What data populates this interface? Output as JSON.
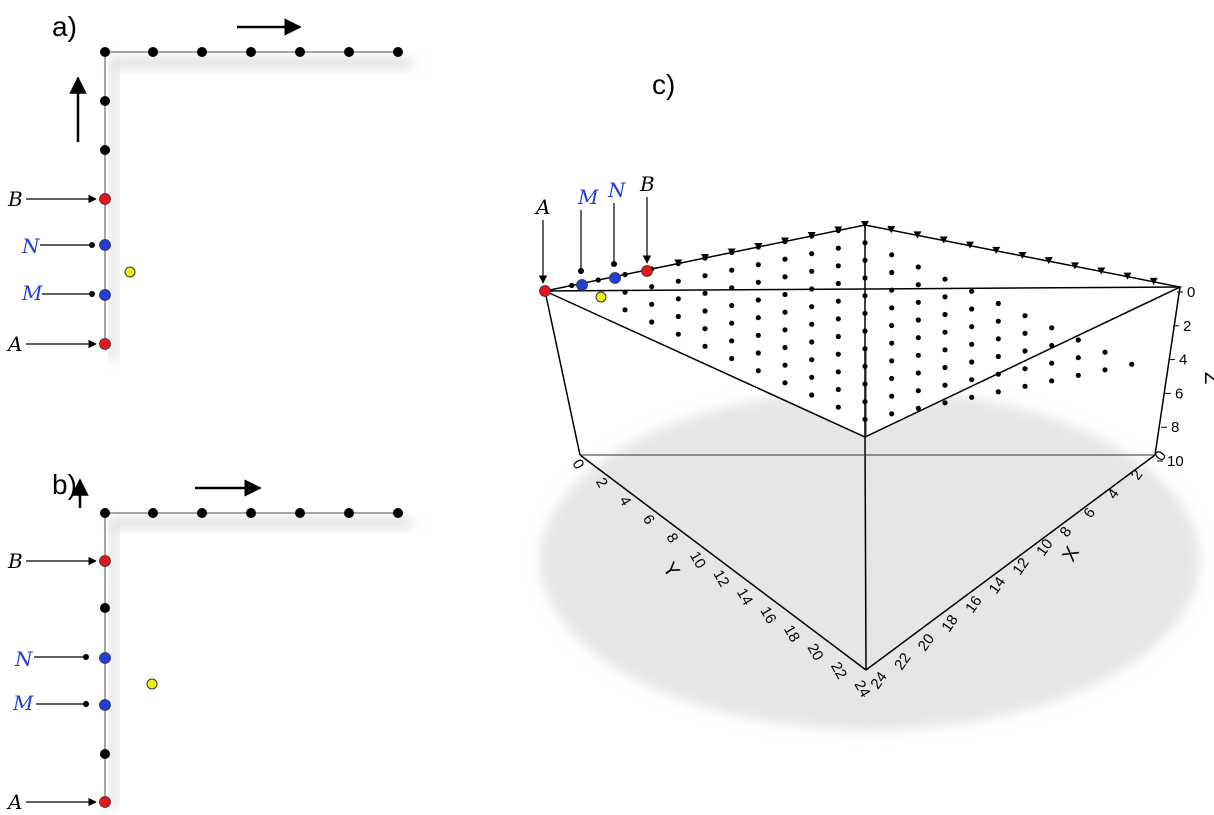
{
  "panels": {
    "a": {
      "label": "a)"
    },
    "b": {
      "label": "b)"
    },
    "c": {
      "label": "c)"
    }
  },
  "electrodes": {
    "A": "A",
    "B": "B",
    "M": "M",
    "N": "N"
  },
  "axes3d": {
    "x": {
      "label": "X",
      "ticks": [
        "0",
        "2",
        "4",
        "6",
        "8",
        "10",
        "12",
        "14",
        "16",
        "18",
        "20",
        "22",
        "24"
      ]
    },
    "y": {
      "label": "Y",
      "ticks": [
        "0",
        "2",
        "4",
        "6",
        "8",
        "10",
        "12",
        "14",
        "16",
        "18",
        "20",
        "22",
        "24"
      ]
    },
    "z": {
      "label": "Z",
      "ticks": [
        "0",
        "2",
        "4",
        "6",
        "8",
        "10"
      ]
    }
  },
  "colors": {
    "current_electrode": "#e8141c",
    "potential_electrode": "#1f3fd6",
    "electrode_node": "#000000",
    "measure_point": "#f2ee1a",
    "potential_label": "#1f3fd6"
  }
}
